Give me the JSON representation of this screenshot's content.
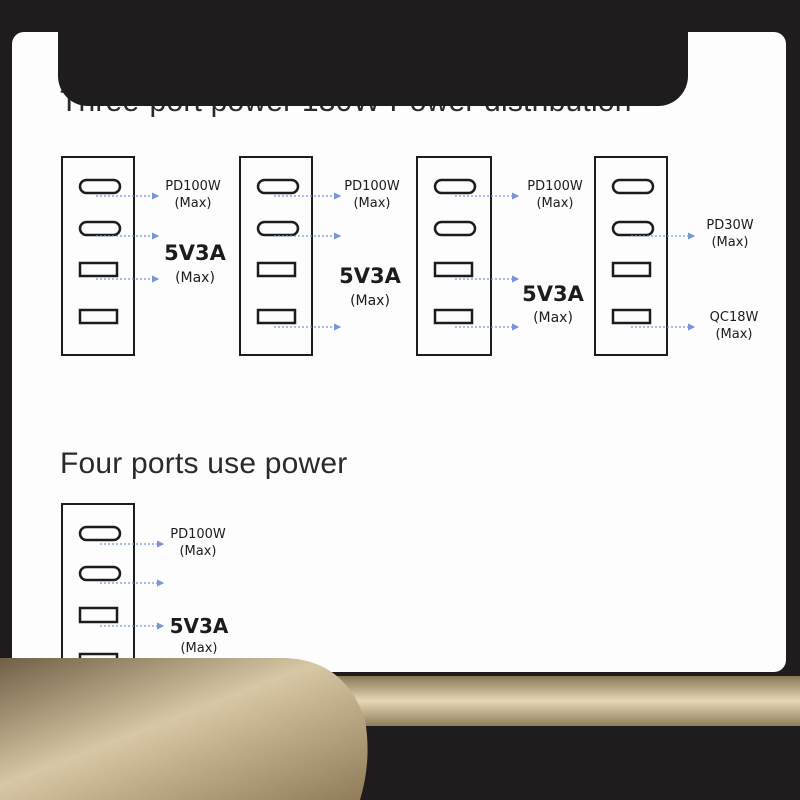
{
  "headings": {
    "three_port": "Three-port power 130W Power distribution",
    "four_port": "Four ports use power"
  },
  "three_port_configs": [
    {
      "labels": [
        "PD100W",
        "(Max)",
        "5V3A",
        "(Max)"
      ]
    },
    {
      "labels": [
        "PD100W",
        "(Max)",
        "5V3A",
        "(Max)"
      ]
    },
    {
      "labels": [
        "PD100W",
        "(Max)",
        "5V3A",
        "(Max)"
      ]
    },
    {
      "labels": [
        "PD30W",
        "(Max)",
        "QC18W",
        "(Max)"
      ]
    }
  ],
  "four_port_config": {
    "labels": [
      "PD100W",
      "(Max)",
      "5V3A",
      "(Max)"
    ]
  },
  "colors": {
    "frame_background": "#1e1c1d",
    "panel_background": "#fdfdfd",
    "outline": "#1c1c1c",
    "arrow": "#7a96d8",
    "gold_light": "#d8c7a4",
    "gold_dark": "#8f7b58"
  }
}
